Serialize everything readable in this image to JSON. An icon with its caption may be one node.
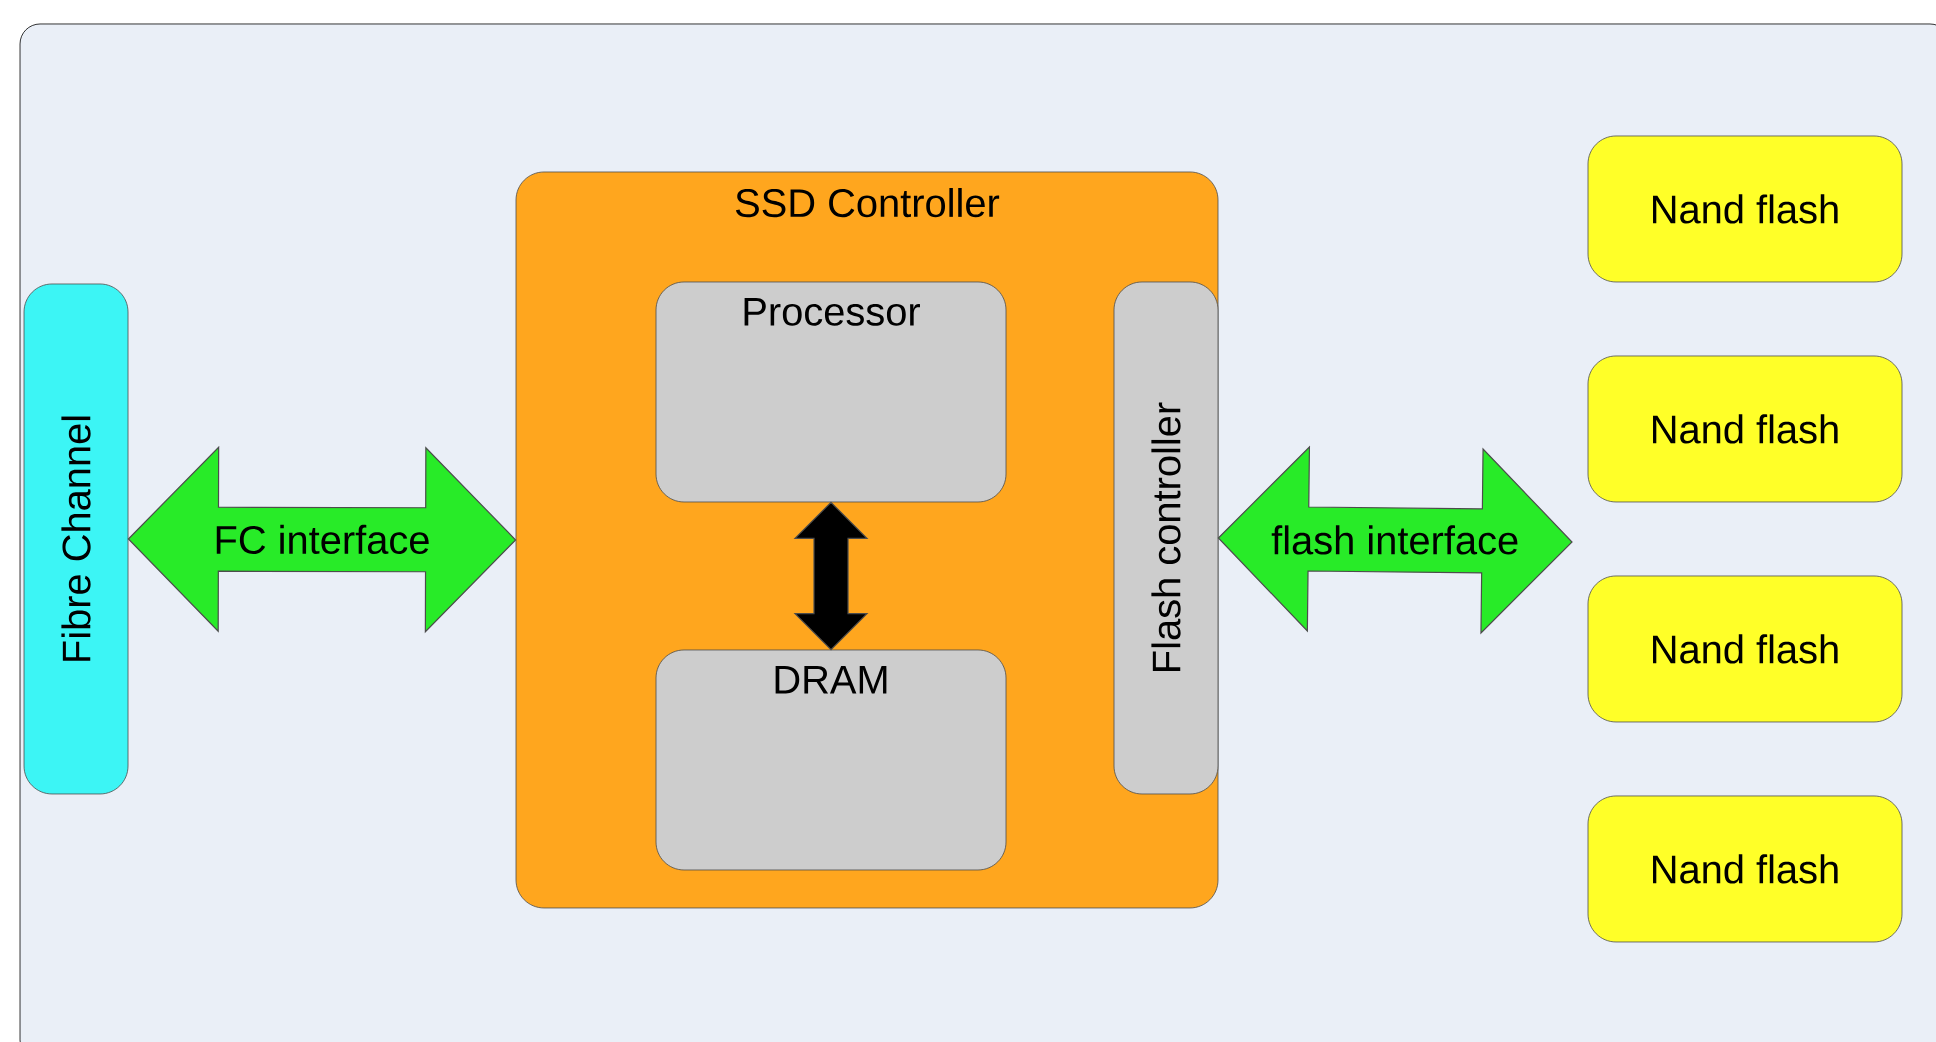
{
  "diagram": {
    "nodes": [
      {
        "text": [
          "Fibre Channel"
        ]
      },
      {
        "text": [
          "SSD Controller"
        ]
      },
      {
        "text": [
          "Processor"
        ],
        "in": 1
      },
      {
        "text": [
          "DRAM"
        ],
        "in": 1
      },
      {
        "text": [
          "Flash controller"
        ],
        "in": 1
      },
      {
        "text": [
          "Nand flash"
        ]
      },
      {
        "text": [
          "Nand flash"
        ]
      },
      {
        "text": [
          "Nand flash"
        ]
      },
      {
        "text": [
          "Nand flash"
        ]
      }
    ],
    "edges": [
      {
        "from": 0,
        "to": 1,
        "arrow": "both",
        "label": "FC interface"
      },
      {
        "from": 2,
        "to": 3,
        "arrow": "both",
        "color": "#000000"
      },
      {
        "from": 4,
        "to": null,
        "arrow": "both",
        "label": "flash interface"
      }
    ]
  }
}
